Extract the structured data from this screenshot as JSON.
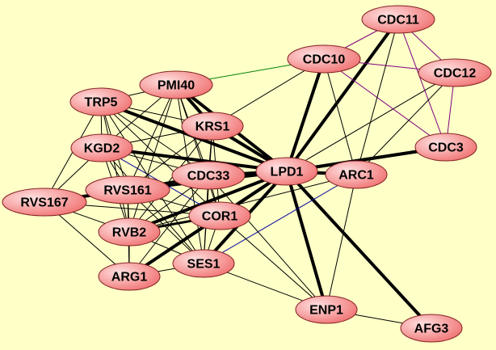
{
  "nodes": [
    "CDC11",
    "CDC10",
    "CDC12",
    "PMI40",
    "TRP5",
    "KRS1",
    "CDC3",
    "KGD2",
    "LPD1",
    "ARC1",
    "CDC33",
    "RVS161",
    "RVS167",
    "COR1",
    "RVB2",
    "ARG1",
    "SES1",
    "ENP1",
    "AFG3"
  ],
  "edge_colors": {
    "default": "#000000",
    "purple": "#800080",
    "green": "#008000",
    "blue": "#0000a0"
  },
  "node_color": "#f08080",
  "edges": [
    [
      "LPD1",
      "CDC11",
      4,
      "default"
    ],
    [
      "LPD1",
      "CDC10",
      4,
      "default"
    ],
    [
      "LPD1",
      "CDC3",
      4,
      "default"
    ],
    [
      "LPD1",
      "ARC1",
      4,
      "default"
    ],
    [
      "LPD1",
      "ENP1",
      4,
      "default"
    ],
    [
      "LPD1",
      "AFG3",
      4,
      "default"
    ],
    [
      "LPD1",
      "KRS1",
      4,
      "default"
    ],
    [
      "LPD1",
      "PMI40",
      4,
      "default"
    ],
    [
      "LPD1",
      "TRP5",
      4,
      "default"
    ],
    [
      "LPD1",
      "KGD2",
      4,
      "default"
    ],
    [
      "LPD1",
      "CDC33",
      4,
      "default"
    ],
    [
      "LPD1",
      "RVS161",
      4,
      "default"
    ],
    [
      "LPD1",
      "COR1",
      4,
      "default"
    ],
    [
      "LPD1",
      "RVB2",
      4,
      "default"
    ],
    [
      "LPD1",
      "ARG1",
      4,
      "default"
    ],
    [
      "LPD1",
      "SES1",
      4,
      "default"
    ],
    [
      "RVS161",
      "RVS167",
      4,
      "default"
    ],
    [
      "PMI40",
      "KRS1",
      4,
      "default"
    ],
    [
      "LPD1",
      "CDC12",
      1,
      "default"
    ],
    [
      "CDC11",
      "CDC10",
      1,
      "purple"
    ],
    [
      "CDC11",
      "CDC12",
      1,
      "purple"
    ],
    [
      "CDC11",
      "CDC3",
      1,
      "purple"
    ],
    [
      "CDC10",
      "CDC12",
      1,
      "purple"
    ],
    [
      "CDC10",
      "CDC3",
      1,
      "purple"
    ],
    [
      "CDC12",
      "CDC3",
      1,
      "purple"
    ],
    [
      "PMI40",
      "CDC10",
      1,
      "green"
    ],
    [
      "KGD2",
      "COR1",
      1,
      "blue"
    ],
    [
      "ARC1",
      "SES1",
      1,
      "blue"
    ],
    [
      "CDC10",
      "ARC1",
      1,
      "default"
    ],
    [
      "CDC11",
      "ARC1",
      1,
      "default"
    ],
    [
      "CDC12",
      "ARC1",
      1,
      "default"
    ],
    [
      "CDC10",
      "KRS1",
      1,
      "default"
    ],
    [
      "ARC1",
      "ENP1",
      1,
      "default"
    ],
    [
      "ARC1",
      "RVB2",
      1,
      "default"
    ],
    [
      "CDC33",
      "ENP1",
      1,
      "default"
    ],
    [
      "SES1",
      "ENP1",
      1,
      "default"
    ],
    [
      "TRP5",
      "PMI40",
      1,
      "default"
    ],
    [
      "TRP5",
      "KRS1",
      1,
      "default"
    ],
    [
      "TRP5",
      "KGD2",
      1,
      "default"
    ],
    [
      "TRP5",
      "RVS161",
      1,
      "default"
    ],
    [
      "TRP5",
      "RVS167",
      1,
      "default"
    ],
    [
      "TRP5",
      "CDC33",
      1,
      "default"
    ],
    [
      "TRP5",
      "COR1",
      1,
      "default"
    ],
    [
      "TRP5",
      "RVB2",
      1,
      "default"
    ],
    [
      "TRP5",
      "SES1",
      1,
      "default"
    ],
    [
      "PMI40",
      "KGD2",
      1,
      "default"
    ],
    [
      "PMI40",
      "CDC33",
      1,
      "default"
    ],
    [
      "PMI40",
      "RVS161",
      1,
      "default"
    ],
    [
      "PMI40",
      "COR1",
      1,
      "default"
    ],
    [
      "PMI40",
      "RVB2",
      1,
      "default"
    ],
    [
      "PMI40",
      "SES1",
      1,
      "default"
    ],
    [
      "KRS1",
      "KGD2",
      1,
      "default"
    ],
    [
      "KRS1",
      "CDC33",
      1,
      "default"
    ],
    [
      "KRS1",
      "RVS161",
      1,
      "default"
    ],
    [
      "KRS1",
      "COR1",
      1,
      "default"
    ],
    [
      "KRS1",
      "RVB2",
      1,
      "default"
    ],
    [
      "KRS1",
      "SES1",
      1,
      "default"
    ],
    [
      "KGD2",
      "RVS167",
      1,
      "default"
    ],
    [
      "KGD2",
      "CDC33",
      1,
      "default"
    ],
    [
      "KGD2",
      "RVS161",
      1,
      "default"
    ],
    [
      "KGD2",
      "RVB2",
      1,
      "default"
    ],
    [
      "KGD2",
      "SES1",
      1,
      "default"
    ],
    [
      "CDC33",
      "RVS161",
      3,
      "default"
    ],
    [
      "CDC33",
      "COR1",
      1,
      "default"
    ],
    [
      "CDC33",
      "RVB2",
      1,
      "default"
    ],
    [
      "CDC33",
      "SES1",
      1,
      "default"
    ],
    [
      "CDC33",
      "ARG1",
      1,
      "default"
    ],
    [
      "RVS161",
      "COR1",
      1,
      "default"
    ],
    [
      "RVS161",
      "RVB2",
      1,
      "default"
    ],
    [
      "RVS161",
      "SES1",
      1,
      "default"
    ],
    [
      "RVS161",
      "ARG1",
      1,
      "default"
    ],
    [
      "RVS167",
      "RVB2",
      1,
      "default"
    ],
    [
      "RVS167",
      "ARG1",
      1,
      "default"
    ],
    [
      "RVS167",
      "COR1",
      1,
      "default"
    ],
    [
      "COR1",
      "RVB2",
      3,
      "default"
    ],
    [
      "COR1",
      "SES1",
      1,
      "default"
    ],
    [
      "COR1",
      "ARG1",
      1,
      "default"
    ],
    [
      "RVB2",
      "SES1",
      1,
      "default"
    ],
    [
      "RVB2",
      "ARG1",
      1,
      "default"
    ],
    [
      "ARG1",
      "SES1",
      1,
      "default"
    ],
    [
      "ENP1",
      "AFG3",
      1,
      "default"
    ],
    [
      "COR1",
      "ENP1",
      1,
      "default"
    ]
  ]
}
